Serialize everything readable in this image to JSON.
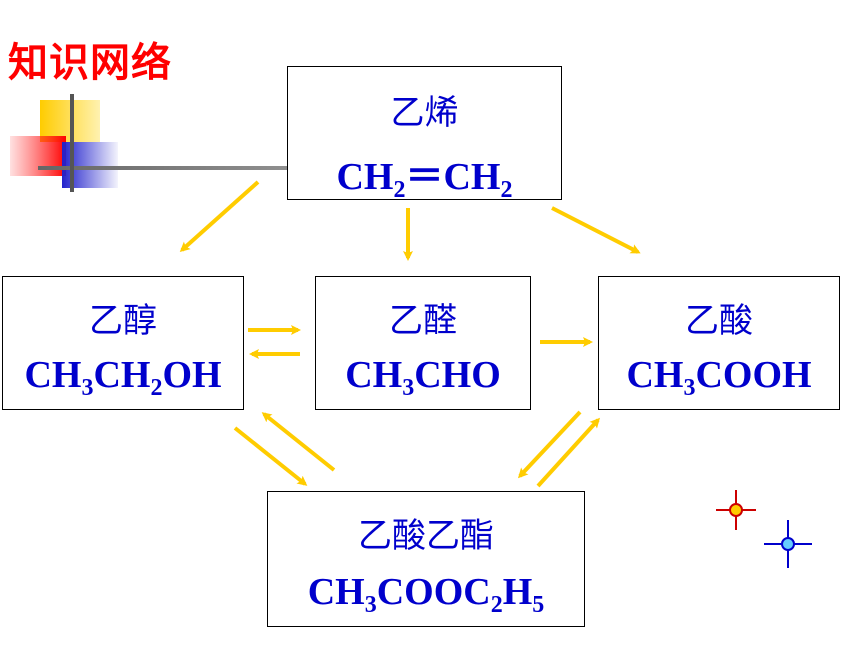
{
  "title": "知识网络",
  "nodes": {
    "ethylene": {
      "name": "乙烯",
      "formula": [
        [
          "CH",
          ""
        ],
        [
          "2",
          "sub"
        ],
        [
          "＝CH",
          ""
        ],
        [
          "2",
          "sub"
        ]
      ]
    },
    "ethanol": {
      "name": "乙醇",
      "formula": [
        [
          "CH",
          ""
        ],
        [
          "3",
          "sub"
        ],
        [
          "CH",
          ""
        ],
        [
          "2",
          "sub"
        ],
        [
          "OH",
          ""
        ]
      ]
    },
    "acetaldehyde": {
      "name": "乙醛",
      "formula": [
        [
          "CH",
          ""
        ],
        [
          "3",
          "sub"
        ],
        [
          "CHO",
          ""
        ]
      ]
    },
    "acetic_acid": {
      "name": "乙酸",
      "formula": [
        [
          "CH",
          ""
        ],
        [
          "3",
          "sub"
        ],
        [
          "COOH",
          ""
        ]
      ]
    },
    "ethyl_acetate": {
      "name": "乙酸乙酯",
      "formula": [
        [
          "CH",
          ""
        ],
        [
          "3",
          "sub"
        ],
        [
          "COOC",
          ""
        ],
        [
          "2",
          "sub"
        ],
        [
          "H",
          ""
        ],
        [
          "5",
          "sub"
        ]
      ]
    }
  },
  "colors": {
    "title": "#ff0000",
    "text": "#0000cc",
    "arrow": "#ffcc00",
    "border": "#000000"
  },
  "relations": [
    {
      "from": "ethylene",
      "to": "ethanol"
    },
    {
      "from": "ethylene",
      "to": "acetaldehyde"
    },
    {
      "from": "ethylene",
      "to": "acetic_acid"
    },
    {
      "from": "ethanol",
      "to": "acetaldehyde"
    },
    {
      "from": "acetaldehyde",
      "to": "ethanol"
    },
    {
      "from": "acetaldehyde",
      "to": "acetic_acid"
    },
    {
      "from": "ethanol",
      "to": "ethyl_acetate"
    },
    {
      "from": "ethyl_acetate",
      "to": "ethanol"
    },
    {
      "from": "acetic_acid",
      "to": "ethyl_acetate"
    },
    {
      "from": "ethyl_acetate",
      "to": "acetic_acid"
    }
  ]
}
